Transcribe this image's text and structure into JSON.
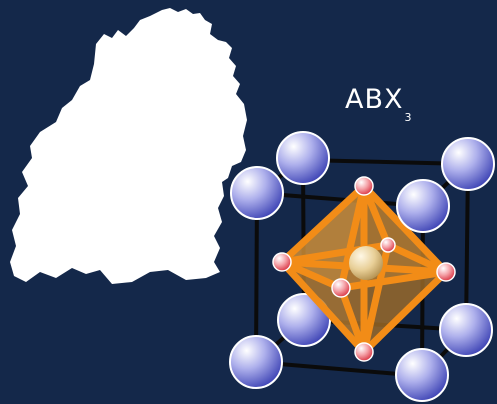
{
  "formula": {
    "main": "ABX",
    "subscript": "3"
  },
  "colors": {
    "background": "#14284a",
    "map_fill": "#ffffff",
    "cube_edge": "#0b0b0b",
    "octahedron": "#f28c17",
    "a_site_atom": "#4a4fb8",
    "b_site_atom": "#e6c88a",
    "x_site_atom": "#e0404f"
  },
  "icons": [
    "region-map-silhouette",
    "perovskite-crystal-structure"
  ]
}
